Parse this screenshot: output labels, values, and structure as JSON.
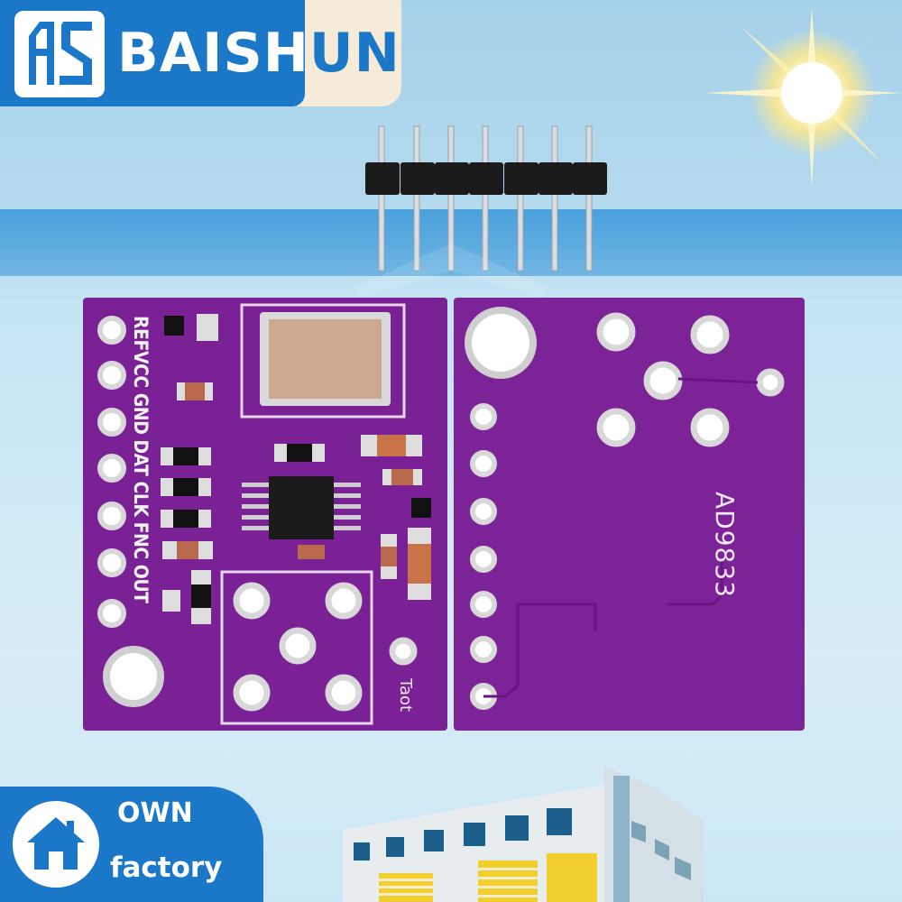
{
  "brand": {
    "name_part1": "BAISHUN",
    "name_part2": ""
  },
  "board": {
    "pin_labels": "REFVCC GND DAT CLK FNC OUT",
    "chip_name": "AD9833",
    "side_mark": "Taot"
  },
  "badge": {
    "line1": "OWN",
    "line2": "factory"
  },
  "colors": {
    "brand_blue": "#1b78c9",
    "board_purple": "#7a2196",
    "sky": "#bde0f1"
  },
  "icons": {
    "logo": "bs-logo-icon",
    "home": "house-icon",
    "sun": "sun-icon"
  }
}
